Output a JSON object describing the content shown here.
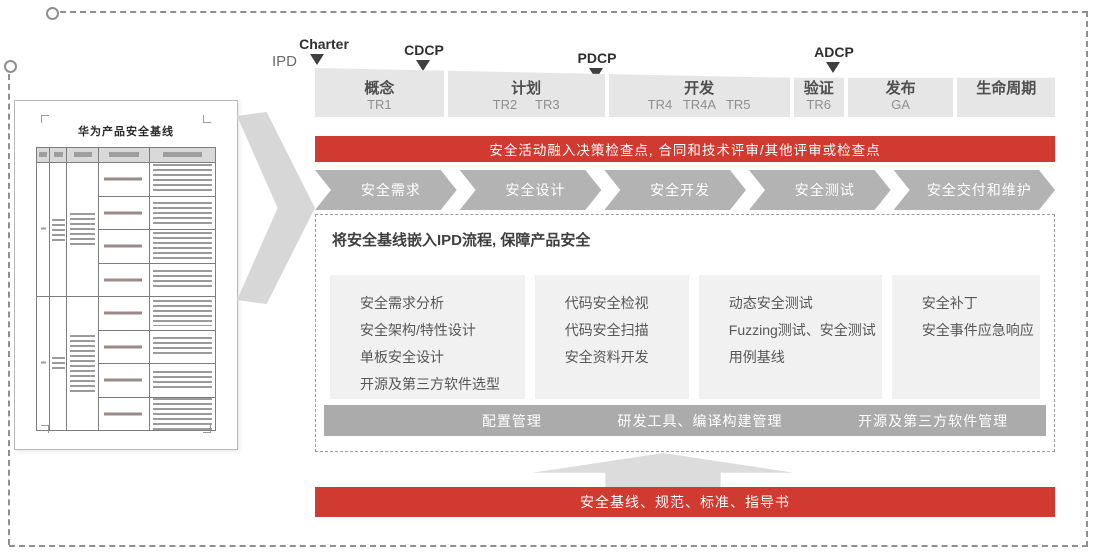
{
  "document": {
    "title": "华为产品安全基线"
  },
  "timeline": {
    "ipd_label": "IPD",
    "milestones": [
      {
        "label": "Charter"
      },
      {
        "label": "CDCP"
      },
      {
        "label": "PDCP"
      },
      {
        "label": "ADCP"
      }
    ],
    "phases": [
      {
        "name": "概念",
        "trs": "TR1"
      },
      {
        "name": "计划",
        "trs": "TR2     TR3"
      },
      {
        "name": "开发",
        "trs": "TR4   TR4A   TR5"
      },
      {
        "name": "验证",
        "trs": "TR6"
      },
      {
        "name": "发布",
        "trs": "GA"
      },
      {
        "name": "生命周期",
        "trs": ""
      }
    ]
  },
  "checkpoint_bar": {
    "text": "安全活动融入决策检查点, 合同和技术评审/其他评审或检查点"
  },
  "process_steps": [
    "安全需求",
    "安全设计",
    "安全开发",
    "安全测试",
    "安全交付和维护"
  ],
  "baseline_box": {
    "title": "将安全基线嵌入IPD流程, 保障产品安全",
    "activity_groups": [
      {
        "lines": [
          "安全需求分析",
          "安全架构/特性设计",
          "单板安全设计",
          "开源及第三方软件选型"
        ]
      },
      {
        "lines": [
          "代码安全检视",
          "代码安全扫描",
          "安全资料开发"
        ]
      },
      {
        "lines": [
          "动态安全测试",
          "Fuzzing测试、安全测试",
          "用例基线"
        ]
      },
      {
        "lines": [
          "安全补丁",
          "安全事件应急响应"
        ]
      }
    ],
    "support_bar": [
      "配置管理",
      "研发工具、编译构建管理",
      "开源及第三方软件管理"
    ]
  },
  "foundation_bar": {
    "text": "安全基线、规范、标准、指导书"
  },
  "colors": {
    "accent_red": "#d13a30",
    "chevron_gray": "#b3b3b3",
    "phase_gray": "#e6e6e6",
    "activity_box_gray": "#f1f1f1",
    "support_bar_gray": "#ababab",
    "arrow_gray": "#d7d7d7",
    "frame_dash_gray": "#8f8f8f"
  }
}
